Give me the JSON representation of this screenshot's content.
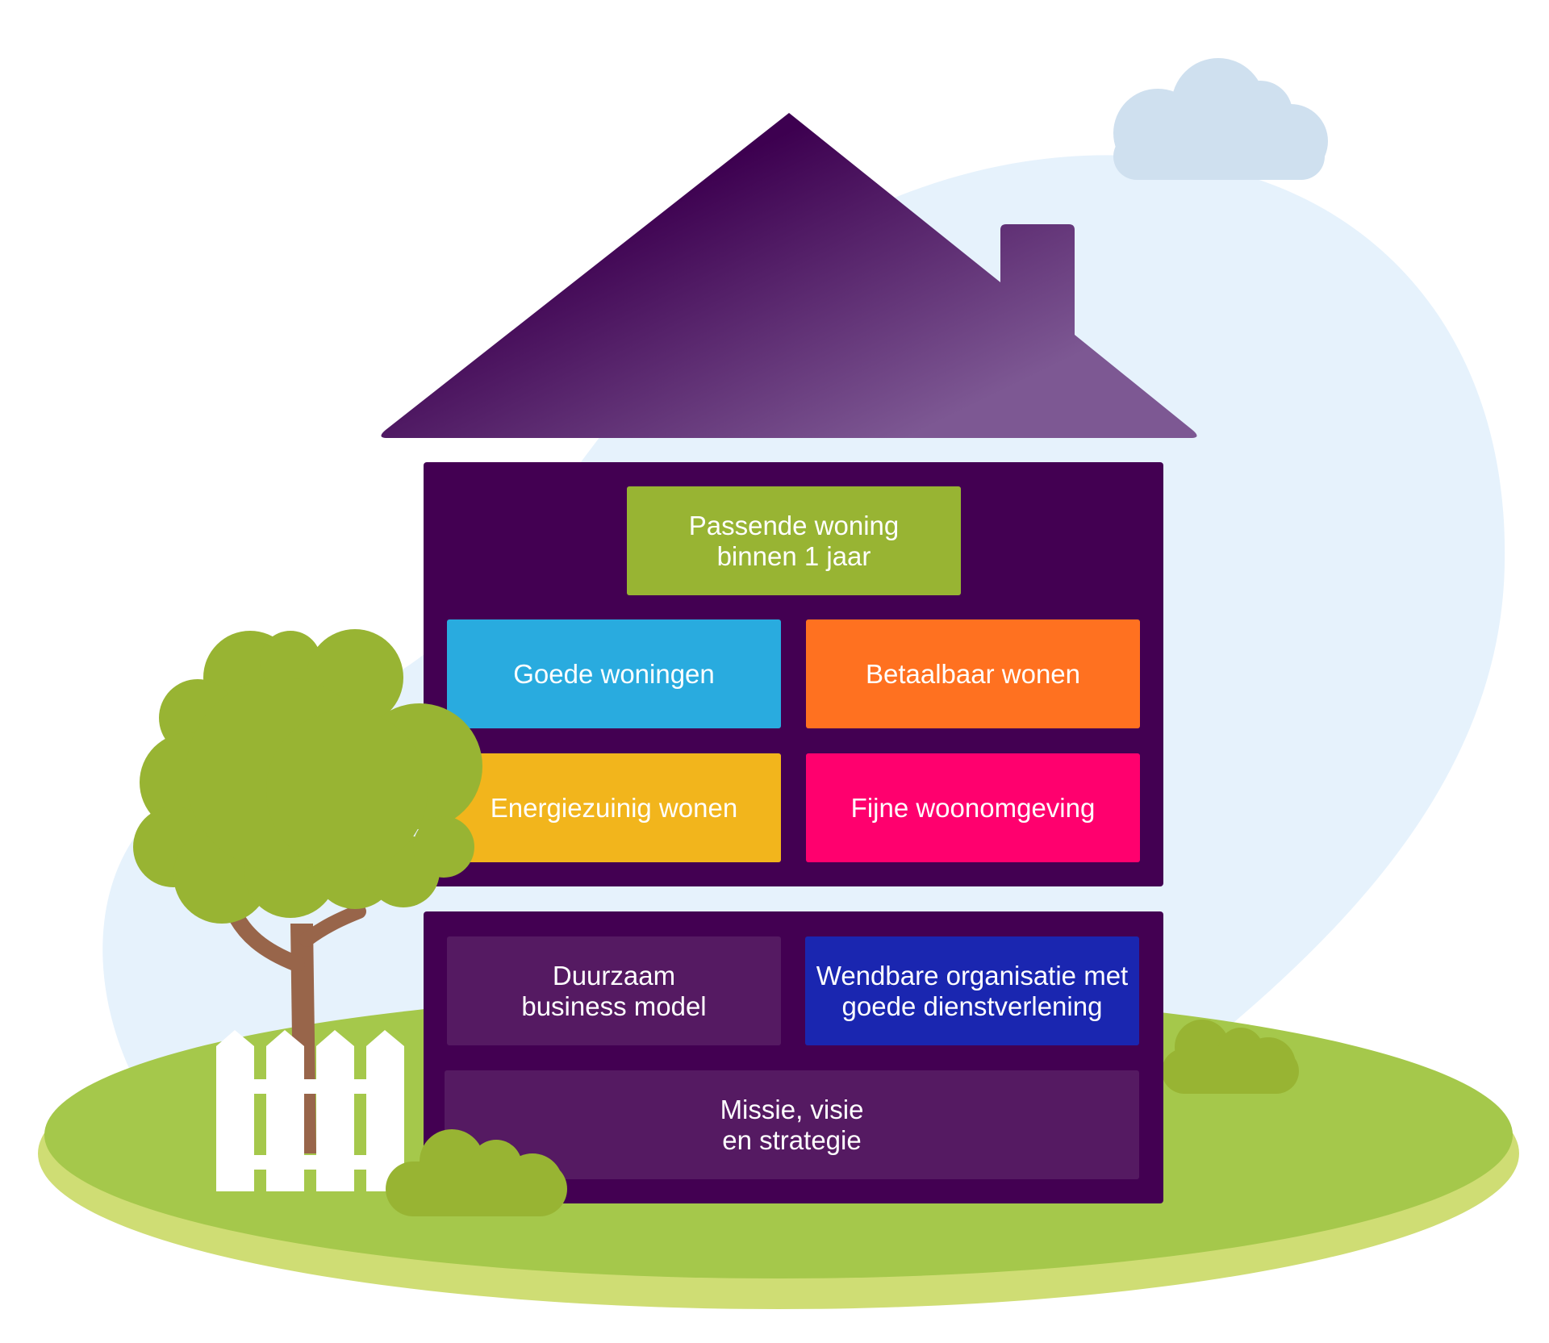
{
  "blocks": {
    "goal": "Passende woning\nbinnen 1 jaar",
    "good_homes": "Goede woningen",
    "affordable": "Betaalbaar wonen",
    "energy": "Energiezuinig wonen",
    "environment": "Fijne woonomgeving",
    "business_model": "Duurzaam\nbusiness model",
    "organisation": "Wendbare organisatie met\ngoede dienstverlening",
    "mission": "Missie, visie\nen strategie"
  },
  "colors": {
    "house_body": "#430052",
    "roof_dark": "#3d0050",
    "roof_light": "#7d5893",
    "green_block": "#98b433",
    "blue_block": "#29abdf",
    "orange_block": "#ff7120",
    "yellow_block": "#f2b51c",
    "pink_block": "#ff006e",
    "foundation_block": "#551a62",
    "navy_block": "#1a26b0",
    "grass": "#a5c84b",
    "grass_edge": "#cfdd74",
    "sky_blob": "#e6f2fc",
    "cloud": "#cfe0ef",
    "tree": "#98b433",
    "trunk": "#98654a",
    "fence": "#ffffff"
  },
  "icons": {
    "roof": "roof-icon",
    "chimney": "chimney-icon",
    "tree": "tree-icon",
    "fence": "fence-icon",
    "cloud": "cloud-icon",
    "bush": "bush-icon"
  }
}
